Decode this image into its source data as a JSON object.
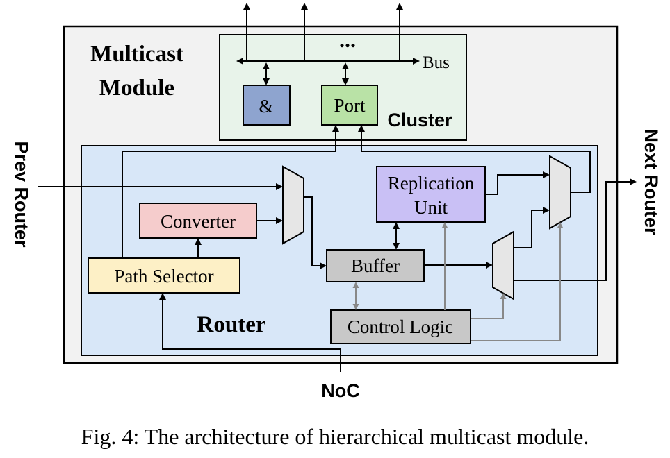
{
  "modules": {
    "multicast_title_line1": "Multicast",
    "multicast_title_line2": "Module",
    "cluster_label": "Cluster",
    "router_label": "Router"
  },
  "blocks": {
    "and_gate": "&",
    "port": "Port",
    "replication_line1": "Replication",
    "replication_line2": "Unit",
    "converter": "Converter",
    "path_selector": "Path Selector",
    "buffer": "Buffer",
    "control_logic": "Control Logic"
  },
  "labels": {
    "bus": "Bus",
    "ellipsis": "...",
    "prev_router": "Prev Router",
    "next_router": "Next Router",
    "noc": "NoC"
  },
  "caption": "Fig. 4: The architecture of hierarchical multicast module.",
  "colors": {
    "multicast_fill": "#f2f2f2",
    "cluster_fill": "#e8f3ea",
    "router_fill": "#d8e7f8",
    "and_fill": "#8ea4cf",
    "port_fill": "#b9e2a6",
    "replication_fill": "#c9c0f5",
    "converter_fill": "#f5cccc",
    "path_selector_fill": "#fdf0c6",
    "buffer_fill": "#c8c8c8",
    "control_fill": "#c8c8c8",
    "mux_fill": "#e6e6e6"
  }
}
